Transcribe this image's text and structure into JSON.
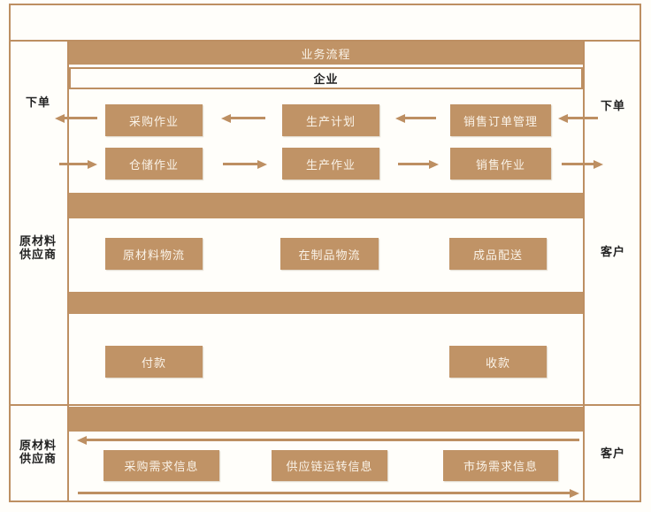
{
  "colors": {
    "accent": "#C09366",
    "line": "#BD8F62",
    "box_text": "#FAF3E8",
    "label_text": "#222222",
    "panel_bg": "#FFFEFA"
  },
  "header": {
    "process_band": "业务流程",
    "enterprise": "企业"
  },
  "left_column": {
    "top": "下单",
    "middle": "原材料\n供应商",
    "bottom": "原材料\n供应商"
  },
  "right_column": {
    "top": "下单",
    "middle": "客户",
    "bottom": "客户"
  },
  "boxes": {
    "row1": [
      "采购作业",
      "生产计划",
      "销售订单管理"
    ],
    "row2": [
      "仓储作业",
      "生产作业",
      "销售作业"
    ],
    "logistics": [
      "原材料物流",
      "在制品物流",
      "成品配送"
    ],
    "settlement": [
      "付款",
      "收款"
    ],
    "info": [
      "采购需求信息",
      "供应链运转信息",
      "市场需求信息"
    ]
  }
}
